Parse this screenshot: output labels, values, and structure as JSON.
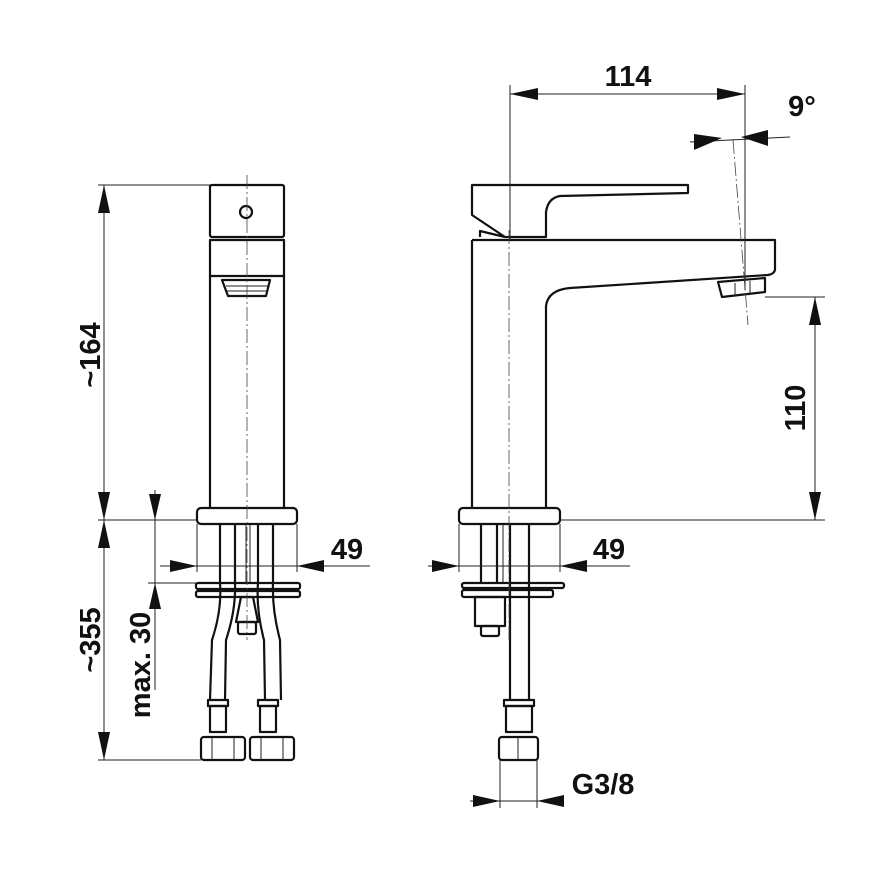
{
  "dimensions": {
    "spout_reach": "114",
    "spout_angle": "9°",
    "total_height": "~164",
    "spout_height": "110",
    "base_width_left": "49",
    "base_width_right": "49",
    "hose_length": "~355",
    "max_counter_thickness": "max. 30",
    "thread_size": "G3/8"
  }
}
